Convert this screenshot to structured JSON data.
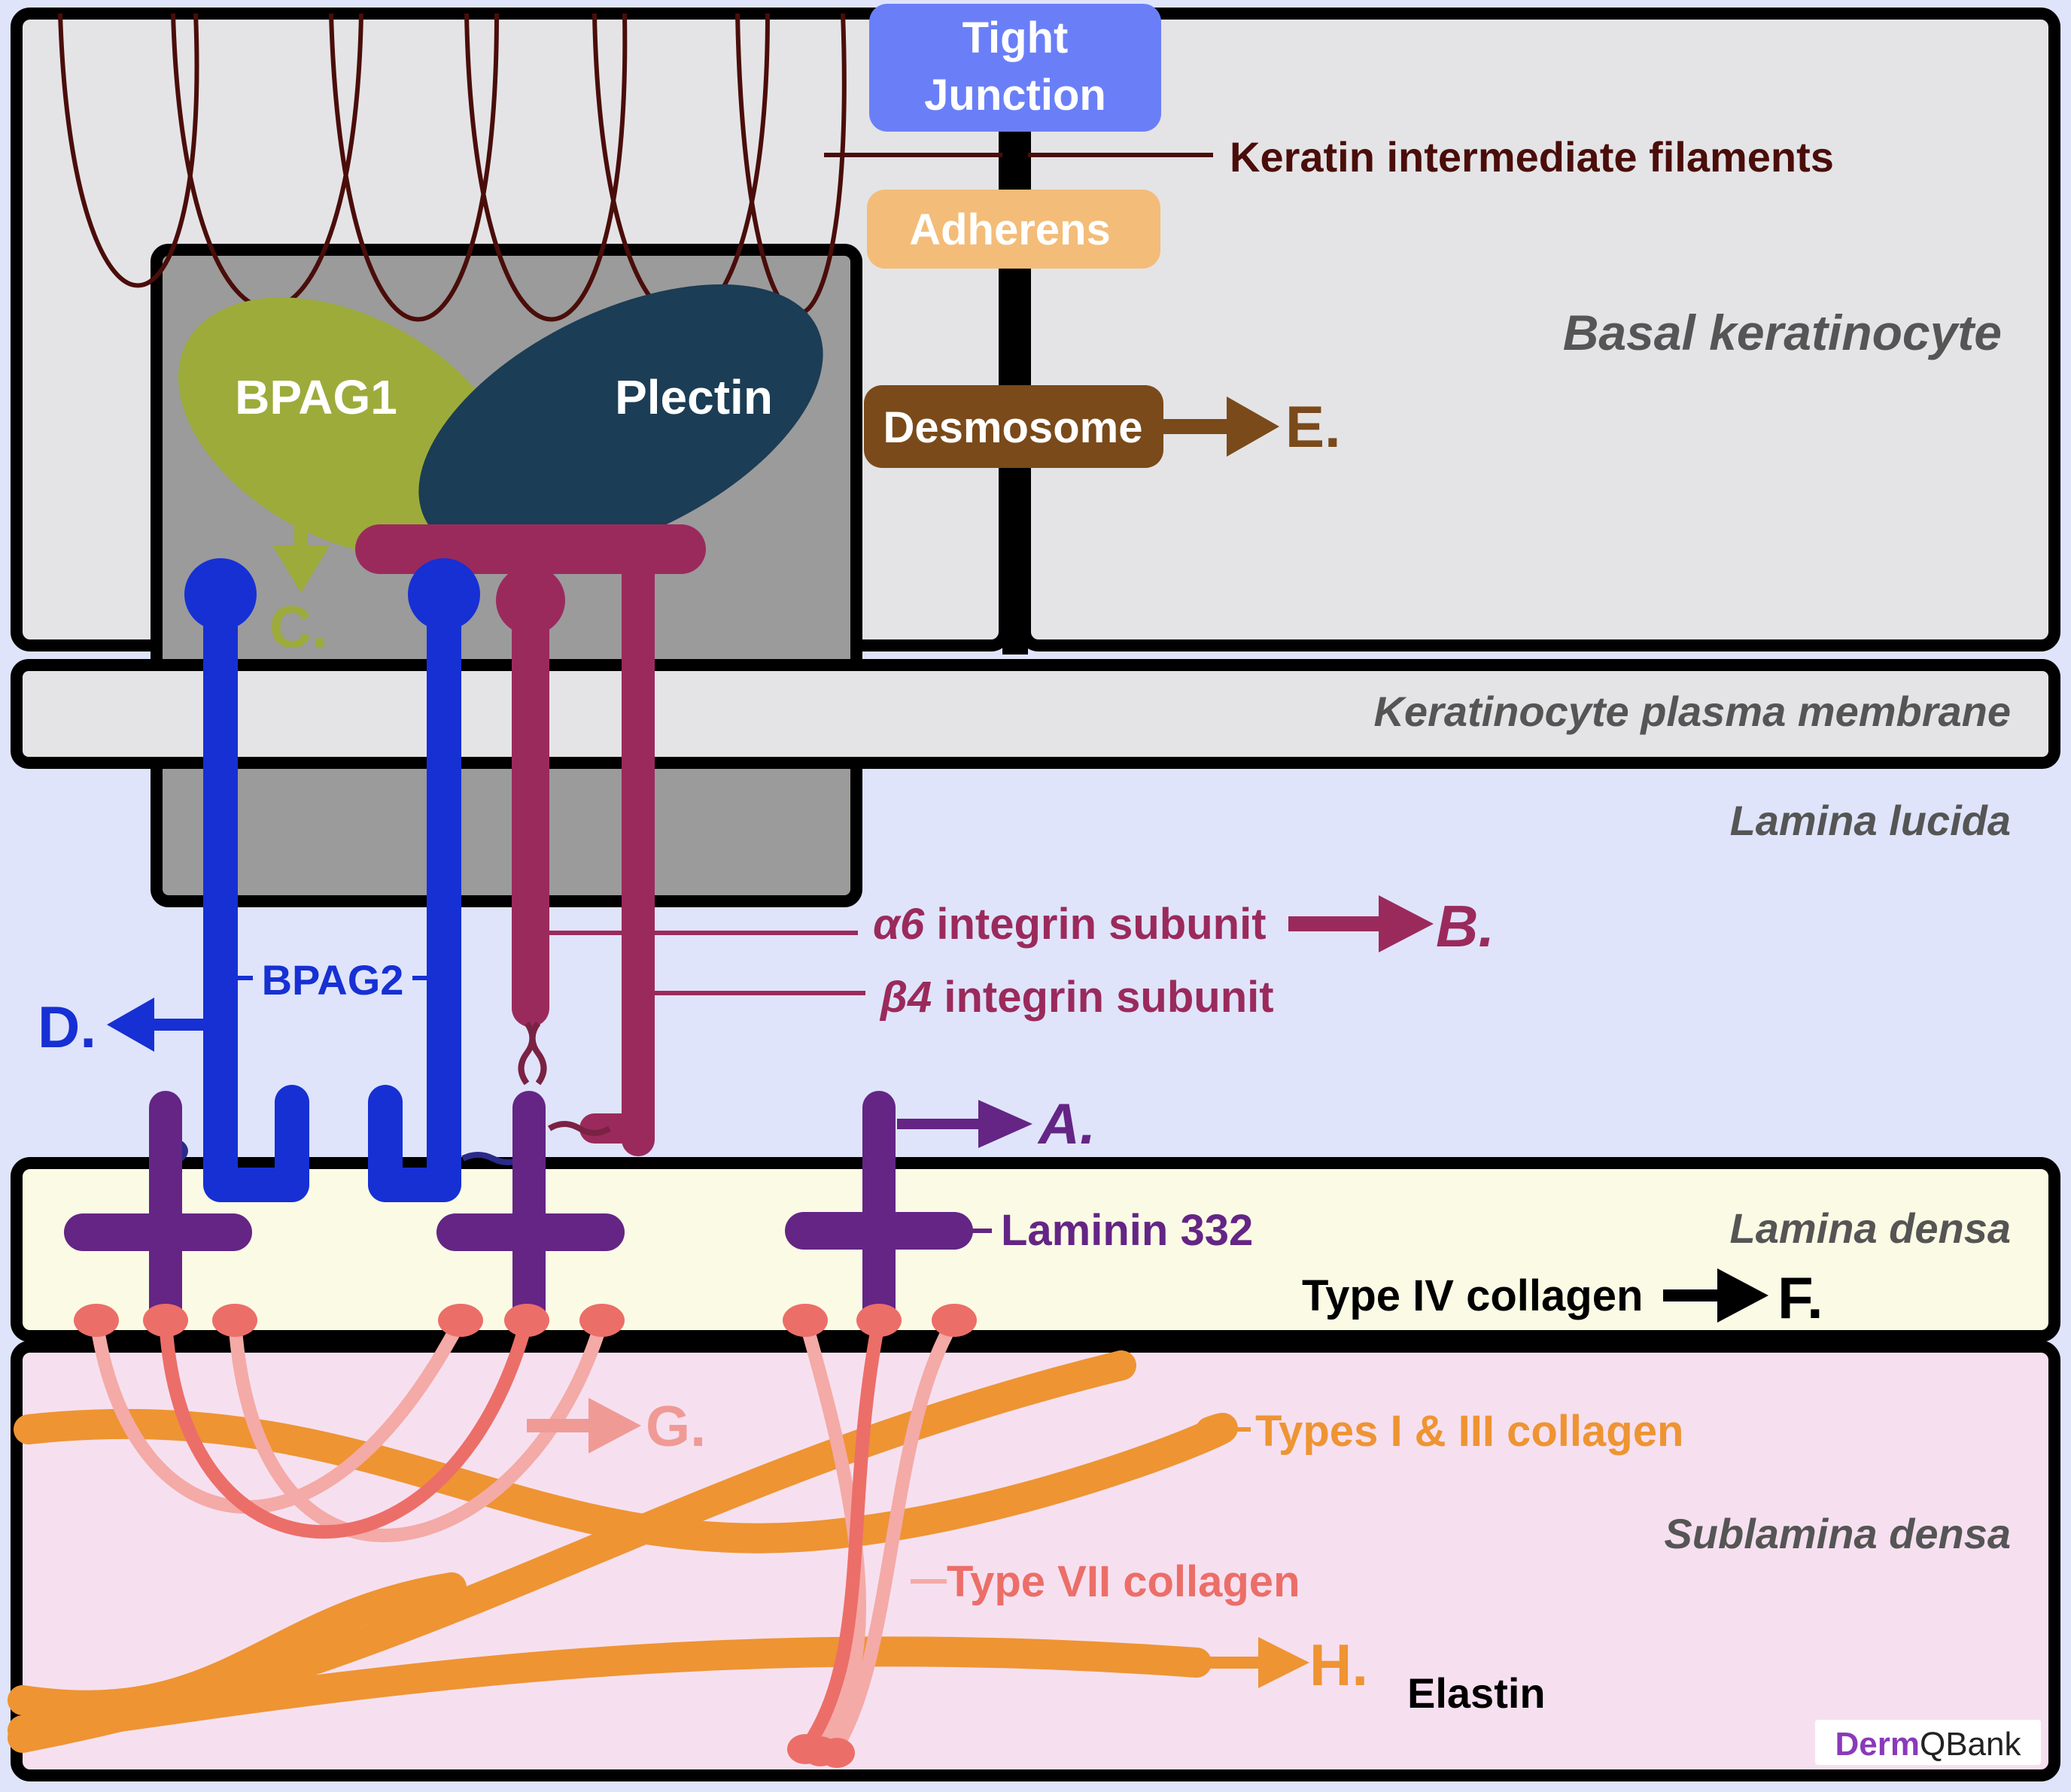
{
  "colors": {
    "background": "#dfe4fb",
    "cell": "#e4e4e6",
    "hemidesmosome": "#9b9b9b",
    "membrane": "#e4e4e6",
    "lamina_densa": "#fbfbe5",
    "sublamina_densa": "#f6e0f0",
    "keratin": "#4a0d0a",
    "bpag1": "#9dab3b",
    "plectin": "#1b3d55",
    "bpag2": "#1630d4",
    "integrin": "#9b2a5c",
    "laminin": "#642585",
    "type7": "#ec6e68",
    "collagen13": "#ee9433",
    "tight_junction": "#6a7ff7",
    "adherens": "#f3bc78",
    "desmosome": "#7a4a1a",
    "black": "#000000",
    "region_label": "#555555",
    "brand_derm": "#8a3ab9",
    "brand_qbank": "#222222"
  },
  "regions": {
    "basal_keratinocyte": "Basal keratinocyte",
    "plasma_membrane": "Keratinocyte plasma membrane",
    "lamina_lucida": "Lamina lucida",
    "lamina_densa": "Lamina densa",
    "sublamina_densa": "Sublamina densa"
  },
  "junctions": {
    "tight_line1": "Tight",
    "tight_line2": "Junction",
    "adherens": "Adherens",
    "desmosome": "Desmosome"
  },
  "labels": {
    "keratin": "Keratin intermediate filaments",
    "bpag1": "BPAG1",
    "plectin": "Plectin",
    "bpag2": "BPAG2",
    "alpha6_symbol": "α6",
    "alpha6_text": " integrin subunit",
    "beta4_symbol": "β4",
    "beta4_text": " integrin subunit",
    "laminin": "Laminin 332",
    "type4": "Type IV collagen",
    "type13": "Types I & III collagen",
    "type7": "Type VII collagen",
    "elastin": "Elastin"
  },
  "letters": {
    "a": "A.",
    "b": "B.",
    "c": "C.",
    "d": "D.",
    "e": "E.",
    "f": "F.",
    "g": "G.",
    "h": "H."
  },
  "brand": {
    "derm": "Derm",
    "qbank": "QBank"
  }
}
